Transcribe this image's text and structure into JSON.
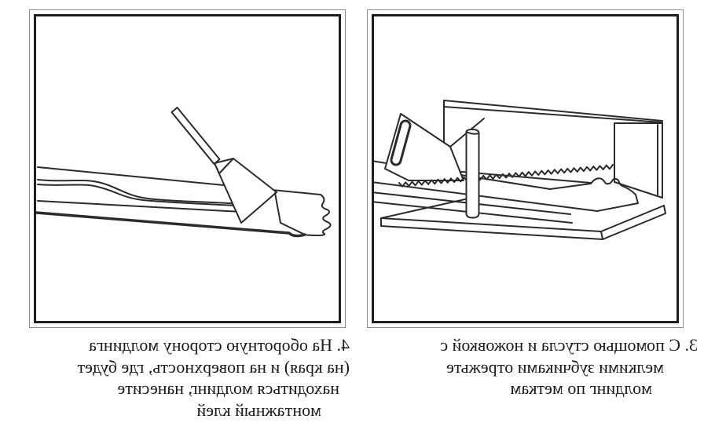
{
  "page": {
    "background": "#ffffff",
    "line_color": "#2b2b2b",
    "text_color": "#1a1a1a",
    "presentation": "mirrored-horizontally"
  },
  "figures": [
    {
      "alt": "putty-knife-spreading-adhesive-on-molding-strip",
      "caption_lines": [
        "4. На оборотную сторону молдинга",
        "(на края) и на поверхность, где будет",
        "находиться молдинг, нанесите",
        "монтажный клей"
      ]
    },
    {
      "alt": "hacksaw-and-miter-box-cutting-molding",
      "caption_lines": [
        "3. С помощью стусла и ножовкой с",
        "мелкими зубчиками отрежьте",
        "молдинг по меткам"
      ]
    }
  ]
}
